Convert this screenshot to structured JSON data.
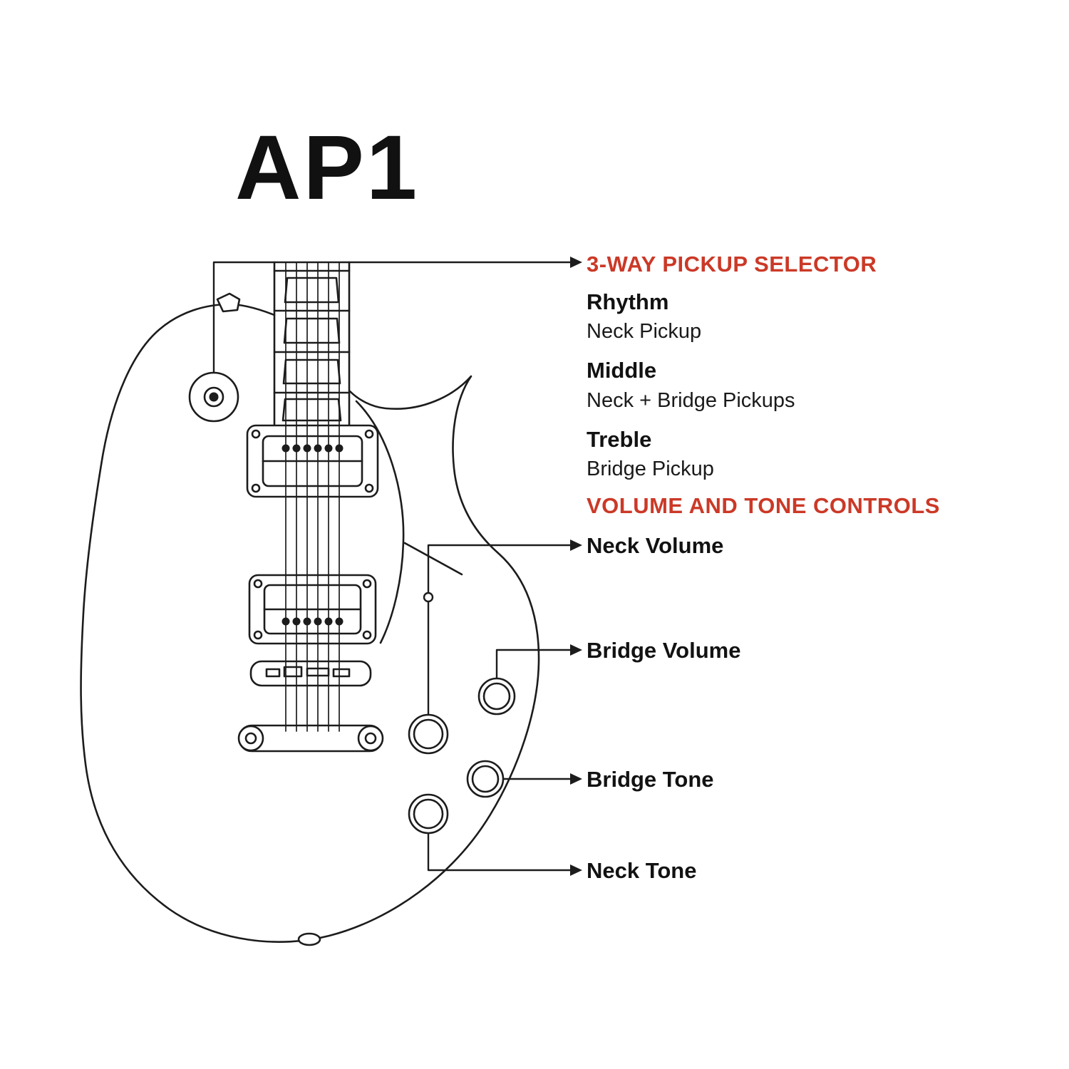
{
  "title": "AP1",
  "colors": {
    "accent": "#cb3927",
    "ink": "#1a1a1a",
    "background": "#ffffff"
  },
  "diagram": {
    "name": "les-paul-style-guitar-outline"
  },
  "selector_section": {
    "heading": "3-WAY PICKUP SELECTOR",
    "modes": [
      {
        "name": "Rhythm",
        "pickups": "Neck Pickup"
      },
      {
        "name": "Middle",
        "pickups": "Neck + Bridge Pickups"
      },
      {
        "name": "Treble",
        "pickups": "Bridge Pickup"
      }
    ]
  },
  "controls_section": {
    "heading": "VOLUME AND TONE CONTROLS",
    "callouts": {
      "neck_volume": "Neck Volume",
      "bridge_volume": "Bridge Volume",
      "bridge_tone": "Bridge Tone",
      "neck_tone": "Neck Tone"
    }
  }
}
